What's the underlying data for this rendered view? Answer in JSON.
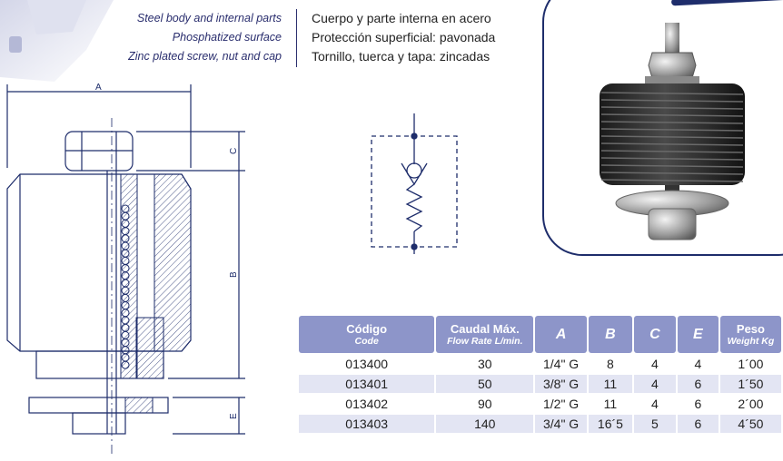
{
  "specs": {
    "english": [
      "Steel body and internal parts",
      "Phosphatized surface",
      "Zinc plated screw, nut and cap"
    ],
    "spanish": [
      "Cuerpo y parte interna en acero",
      "Protección superficial: pavonada",
      "Tornillo, tuerca y tapa: zincadas"
    ]
  },
  "drawing": {
    "dim_a": "A",
    "dim_b": "B",
    "dim_c": "C",
    "dim_e": "E"
  },
  "table": {
    "headers": [
      {
        "main": "Código",
        "sub": "Code"
      },
      {
        "main": "Caudal Máx.",
        "sub": "Flow Rate L/min."
      },
      {
        "main": "A",
        "sub": ""
      },
      {
        "main": "B",
        "sub": ""
      },
      {
        "main": "C",
        "sub": ""
      },
      {
        "main": "E",
        "sub": ""
      },
      {
        "main": "Peso",
        "sub": "Weight Kg"
      }
    ],
    "rows": [
      [
        "013400",
        "30",
        "1/4\" G",
        "8",
        "4",
        "4",
        "1´00"
      ],
      [
        "013401",
        "50",
        "3/8\" G",
        "11",
        "4",
        "6",
        "1´50"
      ],
      [
        "013402",
        "90",
        "1/2\" G",
        "11",
        "4",
        "6",
        "2´00"
      ],
      [
        "013403",
        "140",
        "3/4\" G",
        "16´5",
        "5",
        "6",
        "4´50"
      ]
    ]
  },
  "colors": {
    "header_bg": "#8d95c9",
    "alt_row_bg": "#e3e5f3",
    "line_color": "#1e2d6b"
  }
}
